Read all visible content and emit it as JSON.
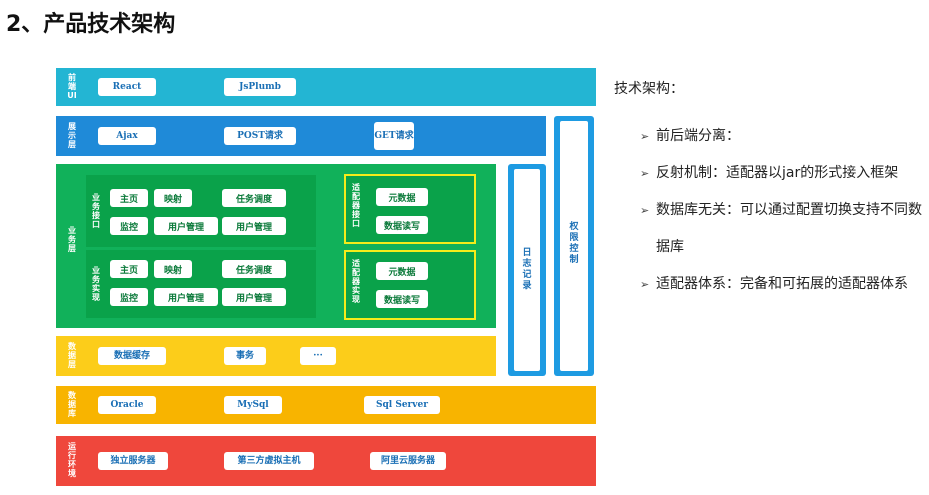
{
  "page_title": "2、产品技术架构",
  "layers": {
    "frontend": {
      "label": "前端UI",
      "items": [
        "React",
        "JsPlumb"
      ]
    },
    "display": {
      "label": "展示层",
      "items": [
        "Ajax",
        "POST请求",
        "GET请求"
      ]
    },
    "business": {
      "label": "业务层",
      "interface": {
        "label": "业务接口",
        "items": [
          "主页",
          "映射",
          "任务调度",
          "监控",
          "用户管理",
          "用户管理"
        ]
      },
      "impl": {
        "label": "业务实现",
        "items": [
          "主页",
          "映射",
          "任务调度",
          "监控",
          "用户管理",
          "用户管理"
        ]
      },
      "adapter_interface": {
        "label": "适配器接口",
        "items": [
          "元数据",
          "数据读写"
        ]
      },
      "adapter_impl": {
        "label": "适配器实现",
        "items": [
          "元数据",
          "数据读写"
        ]
      }
    },
    "data": {
      "label": "数据层",
      "items": [
        "数据缓存",
        "事务",
        "···"
      ]
    },
    "database": {
      "label": "数据库",
      "items": [
        "Oracle",
        "MySql",
        "Sql Server"
      ]
    },
    "runtime": {
      "label": "运行环境",
      "items": [
        "独立服务器",
        "第三方虚拟主机",
        "阿里云服务器"
      ]
    },
    "log": {
      "label": "日志记录"
    },
    "permission": {
      "label": "权限控制"
    }
  },
  "colors": {
    "frontend": "#23b5d3",
    "display": "#1f8ad8",
    "business": "#11b15a",
    "business_inner": "#0aa24a",
    "data": "#fccd1a",
    "database": "#f8b400",
    "runtime": "#ef473c",
    "adapter_border": "#f5ec1a",
    "side_column": "#1e9be2"
  },
  "side_text": {
    "heading": "技术架构：",
    "bullets": [
      "前后端分离：",
      "反射机制：适配器以jar的形式接入框架",
      "数据库无关：可以通过配置切换支持不同数据库",
      "适配器体系：完备和可拓展的适配器体系"
    ]
  }
}
